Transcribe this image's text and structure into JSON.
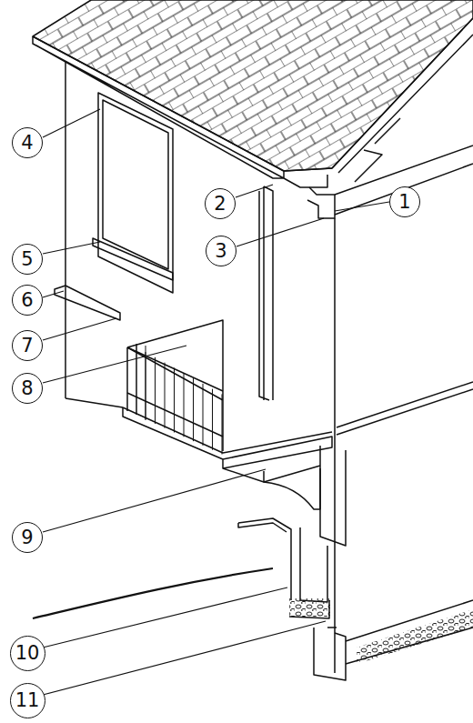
{
  "diagram": {
    "nodes": [
      {
        "text": [
          "4"
        ]
      },
      {
        "text": [
          "1"
        ]
      },
      {
        "text": [
          "2"
        ]
      },
      {
        "text": [
          "3"
        ]
      },
      {
        "text": [
          "5"
        ]
      },
      {
        "text": [
          "6"
        ]
      },
      {
        "text": [
          "7"
        ]
      },
      {
        "text": [
          "8"
        ]
      },
      {
        "text": [
          "9"
        ]
      },
      {
        "text": [
          "10"
        ]
      },
      {
        "text": [
          "11"
        ]
      }
    ]
  }
}
